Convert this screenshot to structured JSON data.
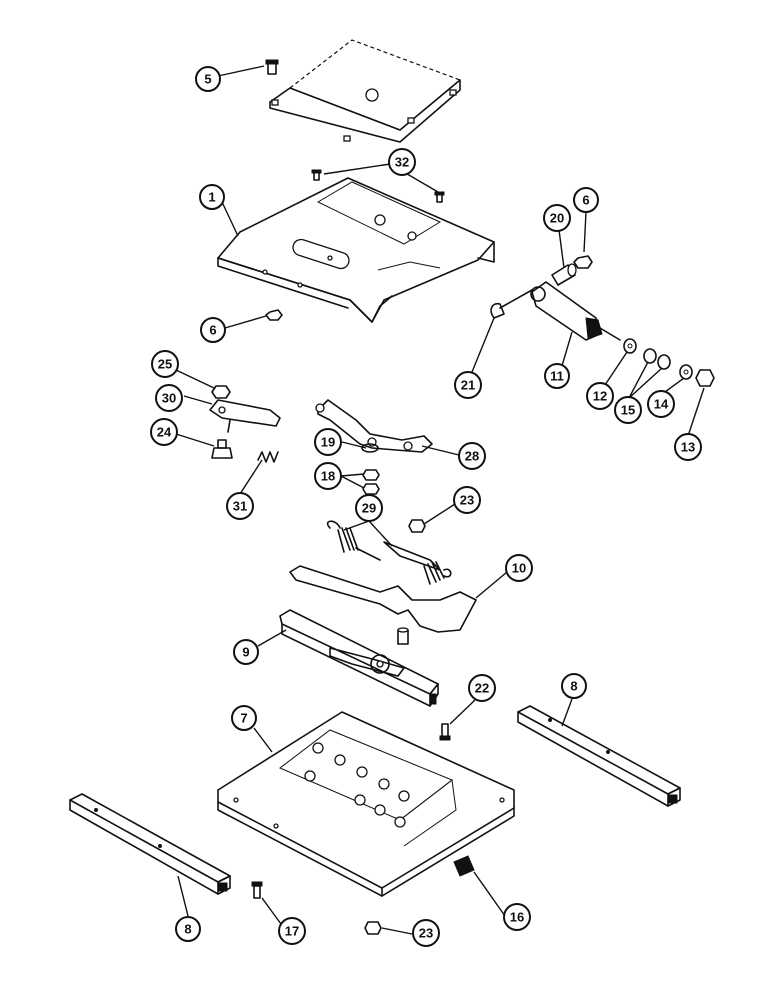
{
  "callouts": [
    {
      "id": "c5",
      "label": "5"
    },
    {
      "id": "c32",
      "label": "32"
    },
    {
      "id": "c1",
      "label": "1"
    },
    {
      "id": "c6a",
      "label": "6"
    },
    {
      "id": "c6b",
      "label": "6"
    },
    {
      "id": "c20",
      "label": "20"
    },
    {
      "id": "c21",
      "label": "21"
    },
    {
      "id": "c11",
      "label": "11"
    },
    {
      "id": "c12",
      "label": "12"
    },
    {
      "id": "c15",
      "label": "15"
    },
    {
      "id": "c14",
      "label": "14"
    },
    {
      "id": "c13",
      "label": "13"
    },
    {
      "id": "c25",
      "label": "25"
    },
    {
      "id": "c30",
      "label": "30"
    },
    {
      "id": "c24",
      "label": "24"
    },
    {
      "id": "c31",
      "label": "31"
    },
    {
      "id": "c19",
      "label": "19"
    },
    {
      "id": "c18",
      "label": "18"
    },
    {
      "id": "c28",
      "label": "28"
    },
    {
      "id": "c23a",
      "label": "23"
    },
    {
      "id": "c29",
      "label": "29"
    },
    {
      "id": "c10",
      "label": "10"
    },
    {
      "id": "c9",
      "label": "9"
    },
    {
      "id": "c22",
      "label": "22"
    },
    {
      "id": "c8a",
      "label": "8"
    },
    {
      "id": "c7",
      "label": "7"
    },
    {
      "id": "c8b",
      "label": "8"
    },
    {
      "id": "c16",
      "label": "16"
    },
    {
      "id": "c17",
      "label": "17"
    },
    {
      "id": "c23b",
      "label": "23"
    }
  ]
}
